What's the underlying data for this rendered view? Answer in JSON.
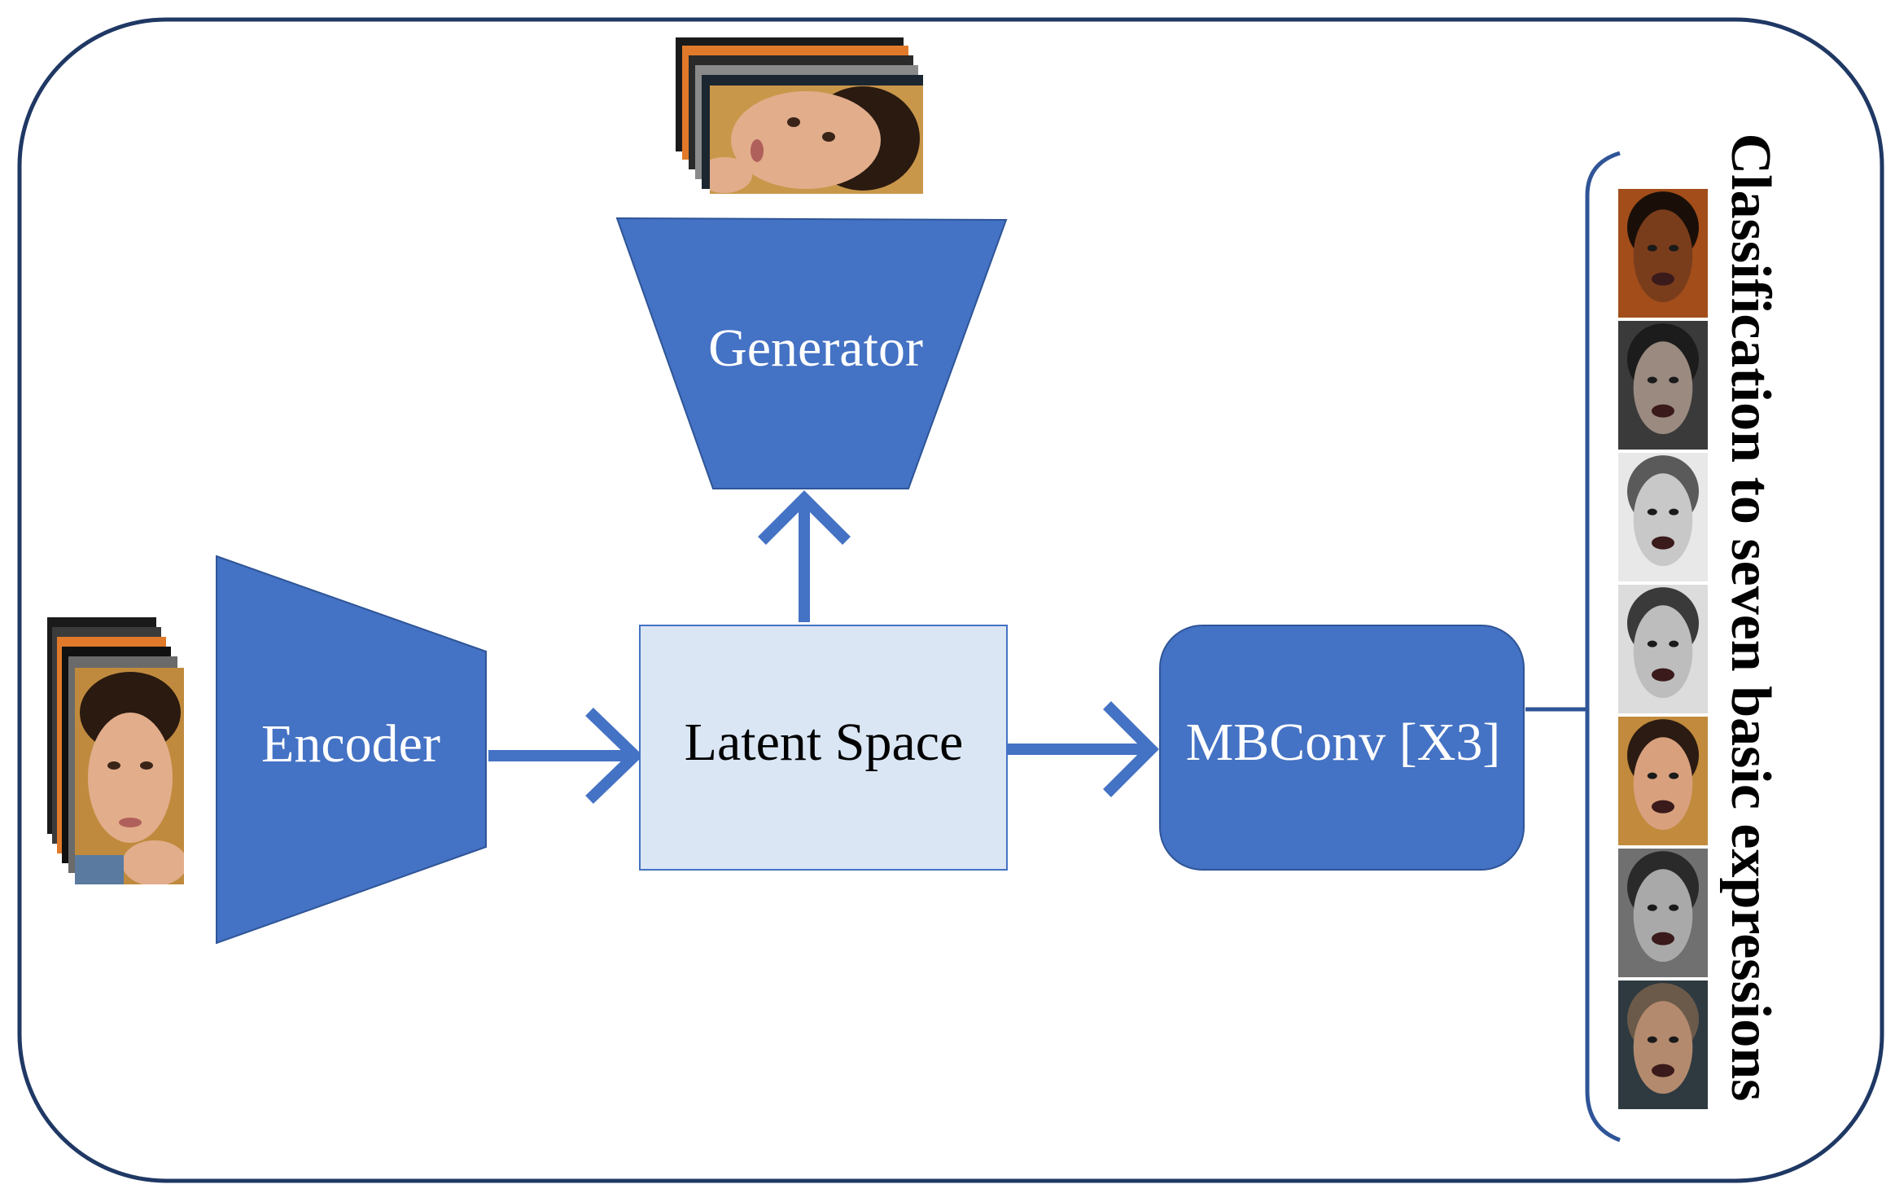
{
  "blocks": {
    "encoder": "Encoder",
    "latent_space": "Latent Space",
    "generator": "Generator",
    "mbconv": "MBConv [X3]"
  },
  "output_title": "Classification to seven basic expressions",
  "colors": {
    "block_fill": "#4472c4",
    "latent_fill": "#dae6f4",
    "frame_stroke": "#1f3864",
    "arrow": "#4472c4",
    "bracket": "#2f5597"
  },
  "expression_faces": [
    {
      "icon": "angry-face-photo",
      "skin": "#7a3d1c",
      "hair": "#1a0f08",
      "bg": "#a24d1a"
    },
    {
      "icon": "disgust-face-photo",
      "skin": "#9a8a80",
      "hair": "#1c1c1c",
      "bg": "#3a3a3a"
    },
    {
      "icon": "fear-face-photo",
      "skin": "#c8c8c8",
      "hair": "#5a5a5a",
      "bg": "#e8e8e8"
    },
    {
      "icon": "happy-face-photo",
      "skin": "#bdbdbd",
      "hair": "#3a3a3a",
      "bg": "#dcdcdc"
    },
    {
      "icon": "neutral-face-photo",
      "skin": "#d9a07e",
      "hair": "#2b1b12",
      "bg": "#c18a3c"
    },
    {
      "icon": "sad-face-photo",
      "skin": "#a9a9a9",
      "hair": "#2a2a2a",
      "bg": "#707070"
    },
    {
      "icon": "surprise-face-photo",
      "skin": "#b48a6e",
      "hair": "#6b5a4a",
      "bg": "#2f3a40"
    }
  ]
}
